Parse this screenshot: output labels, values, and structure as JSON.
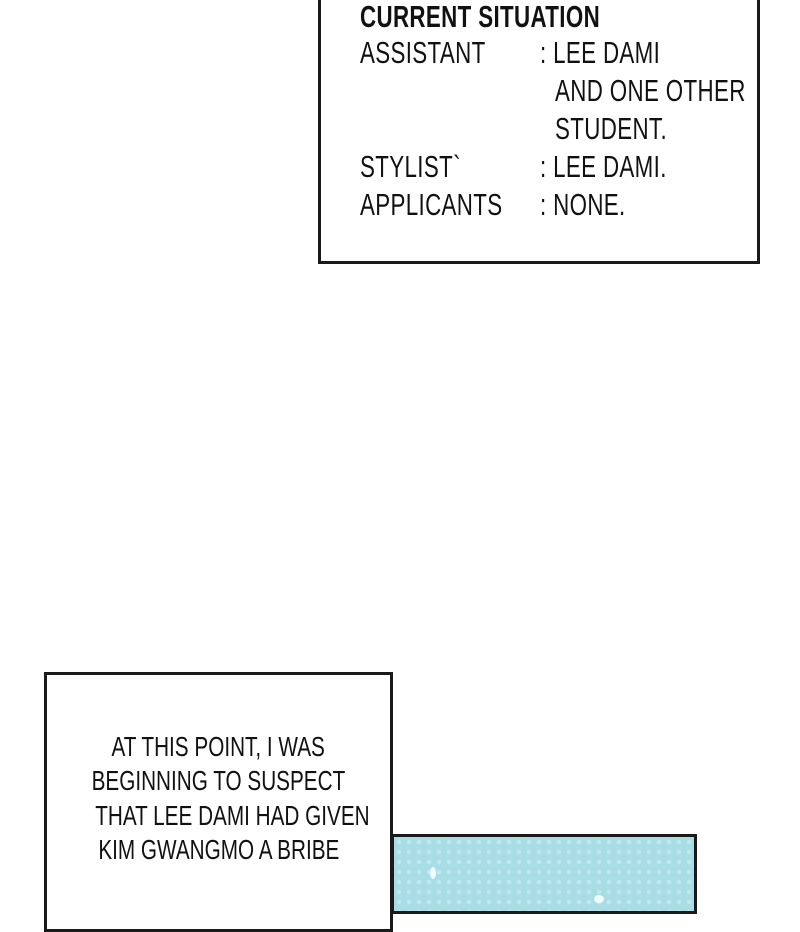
{
  "status_box": {
    "title": "CURRENT SITUATION",
    "rows": [
      {
        "label": "ASSISTANT",
        "value_lines": [
          ": LEE DAMI",
          "AND ONE OTHER",
          "STUDENT."
        ]
      },
      {
        "label": "STYLIST`",
        "value_lines": [
          ": LEE DAMI."
        ]
      },
      {
        "label": "APPLICANTS",
        "value_lines": [
          ": NONE."
        ]
      }
    ]
  },
  "narration": {
    "lines": [
      "AT THIS POINT, I WAS",
      "BEGINNING TO SUSPECT",
      "THAT LEE DAMI HAD GIVEN",
      "KIM GWANGMO A BRIBE"
    ]
  },
  "colors": {
    "panel_blue": "#a9dde6",
    "border": "#1a1a1a"
  }
}
